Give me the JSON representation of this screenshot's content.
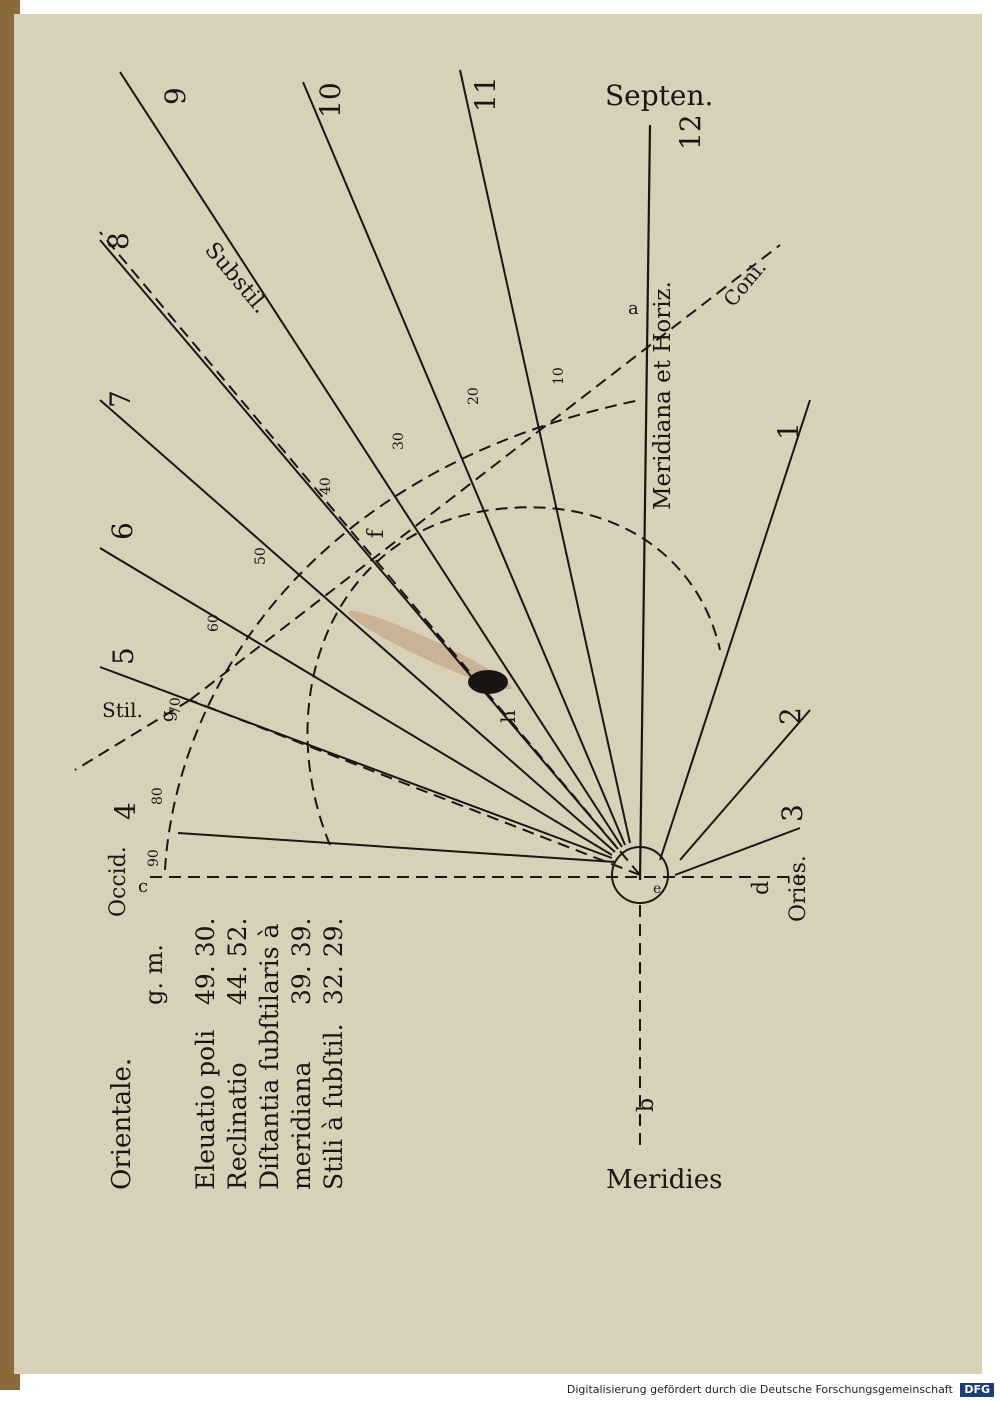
{
  "diagram": {
    "label_septen": "Septen.",
    "label_meridies": "Meridies",
    "label_occid": "Occid.",
    "label_ories": "Oriēs.",
    "label_meridiana_horiz": "Meridiana et Horiz.",
    "label_substil": "Substil.",
    "label_stil": "Stil.",
    "label_coni": "Coni.",
    "point_letters": [
      "a",
      "b",
      "c",
      "d",
      "e",
      "f",
      "g",
      "h"
    ],
    "hour_numbers": [
      "1",
      "2",
      "3",
      "4",
      "5",
      "6",
      "7",
      "8",
      "9",
      "10",
      "11",
      "12"
    ],
    "scale_numbers": [
      "10",
      "20",
      "30",
      "40",
      "50",
      "60",
      "70",
      "80",
      "90"
    ]
  },
  "table": {
    "title": "Orientale.",
    "units": "g. m.",
    "rows": [
      {
        "label": "Eleuatio poli",
        "values": "49. 30."
      },
      {
        "label": "Reclinatio",
        "values": "44. 52."
      },
      {
        "label": "Diſtantia ſubſtilaris à",
        "values": ""
      },
      {
        "label": "meridiana",
        "values": "39. 39."
      },
      {
        "label": "Stili à ſubſtil.",
        "values": "32. 29."
      }
    ]
  },
  "footer": {
    "text": "Digitalisierung gefördert durch die Deutsche Forschungsgemeinschaft",
    "badge": "DFG"
  }
}
